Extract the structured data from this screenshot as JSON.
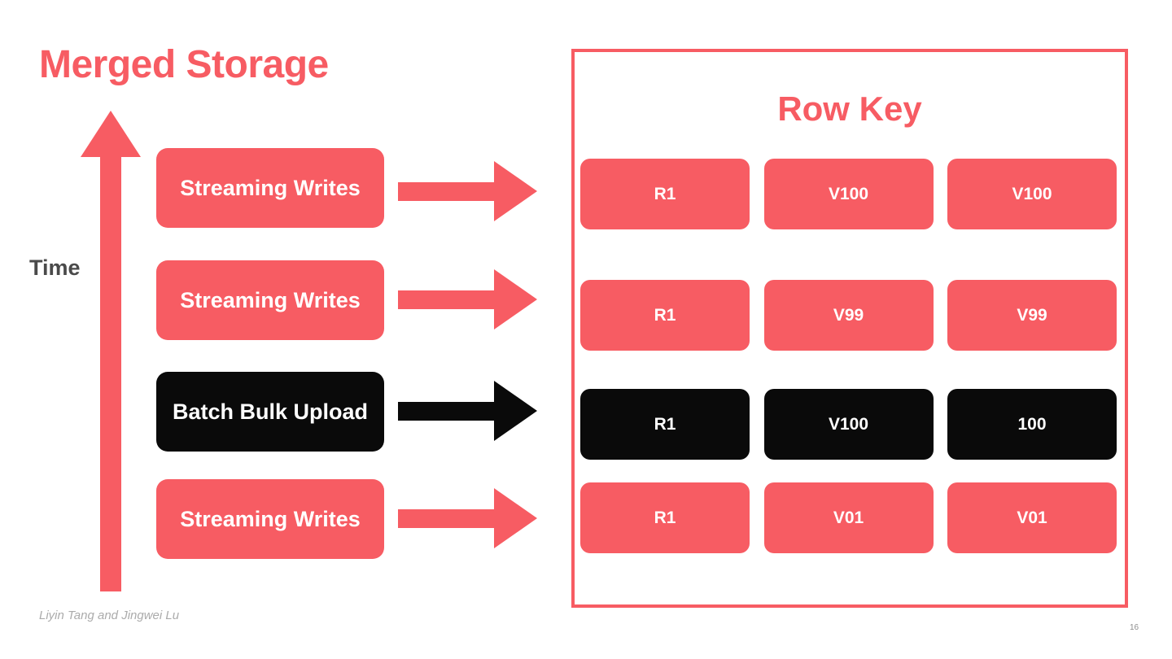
{
  "title": "Merged Storage",
  "time_label": "Time",
  "sources": [
    {
      "label": "Streaming Writes",
      "variant": "coral"
    },
    {
      "label": "Streaming Writes",
      "variant": "coral"
    },
    {
      "label": "Batch Bulk Upload",
      "variant": "black"
    },
    {
      "label": "Streaming Writes",
      "variant": "coral"
    }
  ],
  "panel": {
    "title": "Row Key",
    "rows": [
      {
        "variant": "coral",
        "cells": [
          "R1",
          "V100",
          "V100"
        ]
      },
      {
        "variant": "coral",
        "cells": [
          "R1",
          "V99",
          "V99"
        ]
      },
      {
        "variant": "black",
        "cells": [
          "R1",
          "V100",
          "100"
        ]
      },
      {
        "variant": "coral",
        "cells": [
          "R1",
          "V01",
          "V01"
        ]
      }
    ]
  },
  "footer": {
    "credit": "Liyin Tang and Jingwei Lu"
  },
  "page_number": "16",
  "colors": {
    "coral": "#F75C63",
    "black": "#0A0A0A",
    "time_label_gray": "#4A4A4A"
  }
}
